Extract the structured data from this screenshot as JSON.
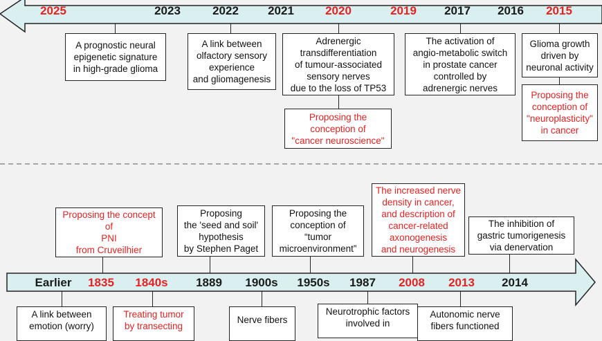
{
  "top_years": [
    {
      "label": "2025",
      "red": true
    },
    {
      "label": "2023",
      "red": false
    },
    {
      "label": "2022",
      "red": false
    },
    {
      "label": "2021",
      "red": false
    },
    {
      "label": "2020",
      "red": true
    },
    {
      "label": "2019",
      "red": true
    },
    {
      "label": "2017",
      "red": false
    },
    {
      "label": "2016",
      "red": false
    },
    {
      "label": "2015",
      "red": true
    }
  ],
  "top_boxes": [
    {
      "text": "A prognostic neural\nepigenetic signature\nin high-grade glioma",
      "red": false
    },
    {
      "text": "A link between\nolfactory  sensory\nexperience\nand gliomagenesis",
      "red": false
    },
    {
      "text": "Adrenergic\ntransdifferentiation\nof tumour-associated\nsensory nerves\ndue to the loss of TP53",
      "red": false
    },
    {
      "text": "Proposing the\nconception of\n\"cancer neuroscience\"",
      "red": true
    },
    {
      "text": "The activation of\nangio-metabolic switch\nin prostate cancer\ncontrolled by\nadrenergic nerves",
      "red": false
    },
    {
      "text": "Glioma growth\ndriven by\nneuronal activity",
      "red": false
    },
    {
      "text": "Proposing the\nconception of\n\"neuroplasticity\"\nin cancer",
      "red": true
    }
  ],
  "bottom_years": [
    {
      "label": "Earlier",
      "red": false
    },
    {
      "label": "1835",
      "red": true
    },
    {
      "label": "1840s",
      "red": true
    },
    {
      "label": "1889",
      "red": false
    },
    {
      "label": "1900s",
      "red": false
    },
    {
      "label": "1950s",
      "red": false
    },
    {
      "label": "1987",
      "red": false
    },
    {
      "label": "2008",
      "red": true
    },
    {
      "label": "2013",
      "red": true
    },
    {
      "label": "2014",
      "red": false
    }
  ],
  "bottom_boxes_above": [
    {
      "text": "Proposing the concept of\nPNI\nfrom Cruveilhier",
      "red": true
    },
    {
      "text": "Proposing\nthe 'seed and soil'\nhypothesis\nby Stephen Paget",
      "red": false
    },
    {
      "text": "Proposing the\nconception of\n“tumor\nmicroenvironment”",
      "red": false
    },
    {
      "text": "The increased nerve\ndensity in cancer,\nand description of\ncancer-related\naxonogenesis\nand neurogenesis",
      "red": true
    },
    {
      "text": "The inhibition of\ngastric tumorigenesis\nvia denervation",
      "red": false
    }
  ],
  "bottom_boxes_below": [
    {
      "text": "A link between\nemotion (worry)",
      "red": false
    },
    {
      "text": "Treating tumor\nby transecting",
      "red": true
    },
    {
      "text": "Nerve fibers",
      "red": false
    },
    {
      "text": "Neurotrophic factors\ninvolved in",
      "red": false
    },
    {
      "text": "Autonomic nerve\nfibers functioned",
      "red": false
    }
  ],
  "colors": {
    "arrow_fill": "#daf0f0",
    "arrow_stroke": "#222222",
    "highlight_red": "#e52222",
    "divider": "#8c8c8c",
    "background": "#f2f2f2"
  }
}
